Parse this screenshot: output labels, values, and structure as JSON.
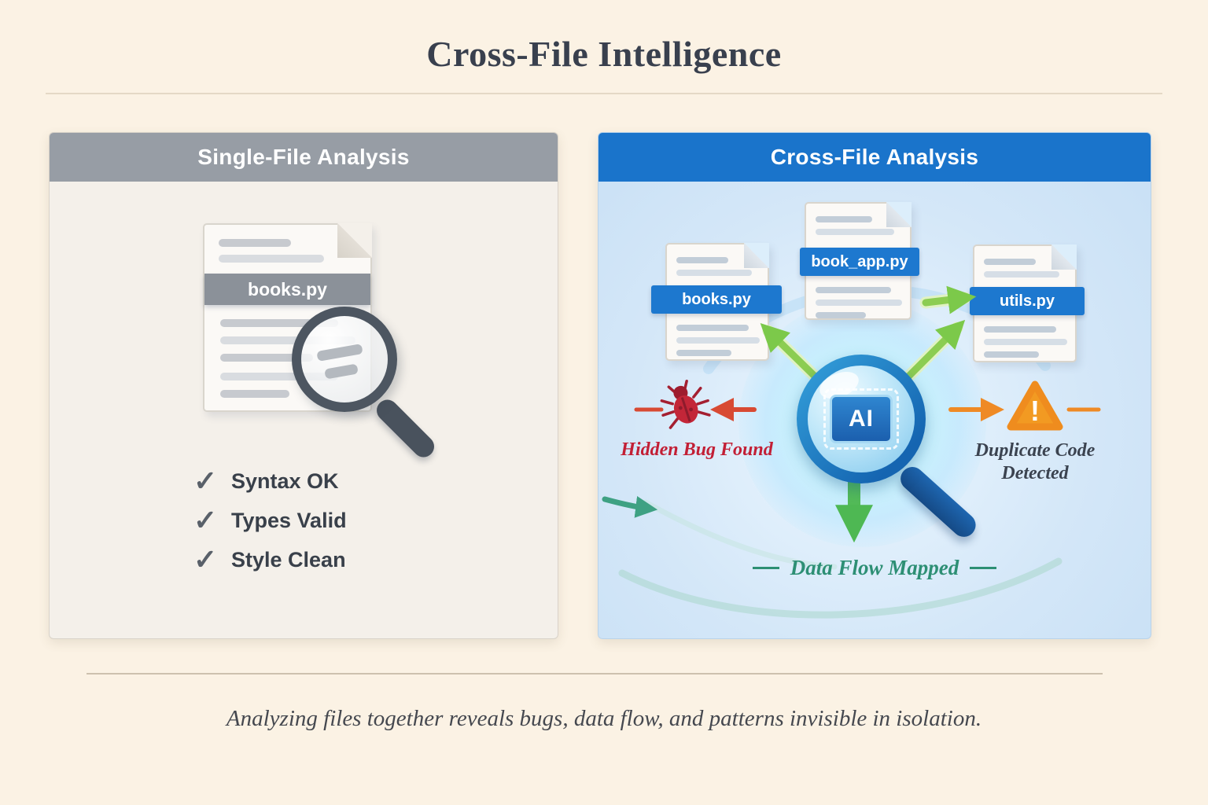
{
  "title": "Cross-File Intelligence",
  "caption": "Analyzing files together reveals bugs, data flow, and patterns invisible in isolation.",
  "icons": {
    "checkmark_glyph": "✓",
    "warning_glyph": "!"
  },
  "colors": {
    "background": "#FBF2E4",
    "left_header_gray": "#979DA5",
    "right_header_blue": "#1A74CB",
    "file_banner_blue": "#1D78CF",
    "arrow_green": "#8CCD52",
    "bug_red": "#C2233A",
    "warning_orange": "#F0881E",
    "dataflow_teal": "#2D8F74"
  },
  "left_panel": {
    "header": "Single-File Analysis",
    "file": {
      "name": "books.py"
    },
    "checklist": [
      {
        "label": "Syntax OK"
      },
      {
        "label": "Types Valid"
      },
      {
        "label": "Style Clean"
      }
    ]
  },
  "right_panel": {
    "header": "Cross-File Analysis",
    "files": [
      {
        "name": "books.py"
      },
      {
        "name": "book_app.py"
      },
      {
        "name": "utils.py"
      }
    ],
    "ai_label": "AI",
    "annotations": {
      "bug": "Hidden Bug Found",
      "duplicate": "Duplicate Code Detected",
      "dataflow": "Data Flow Mapped"
    }
  }
}
